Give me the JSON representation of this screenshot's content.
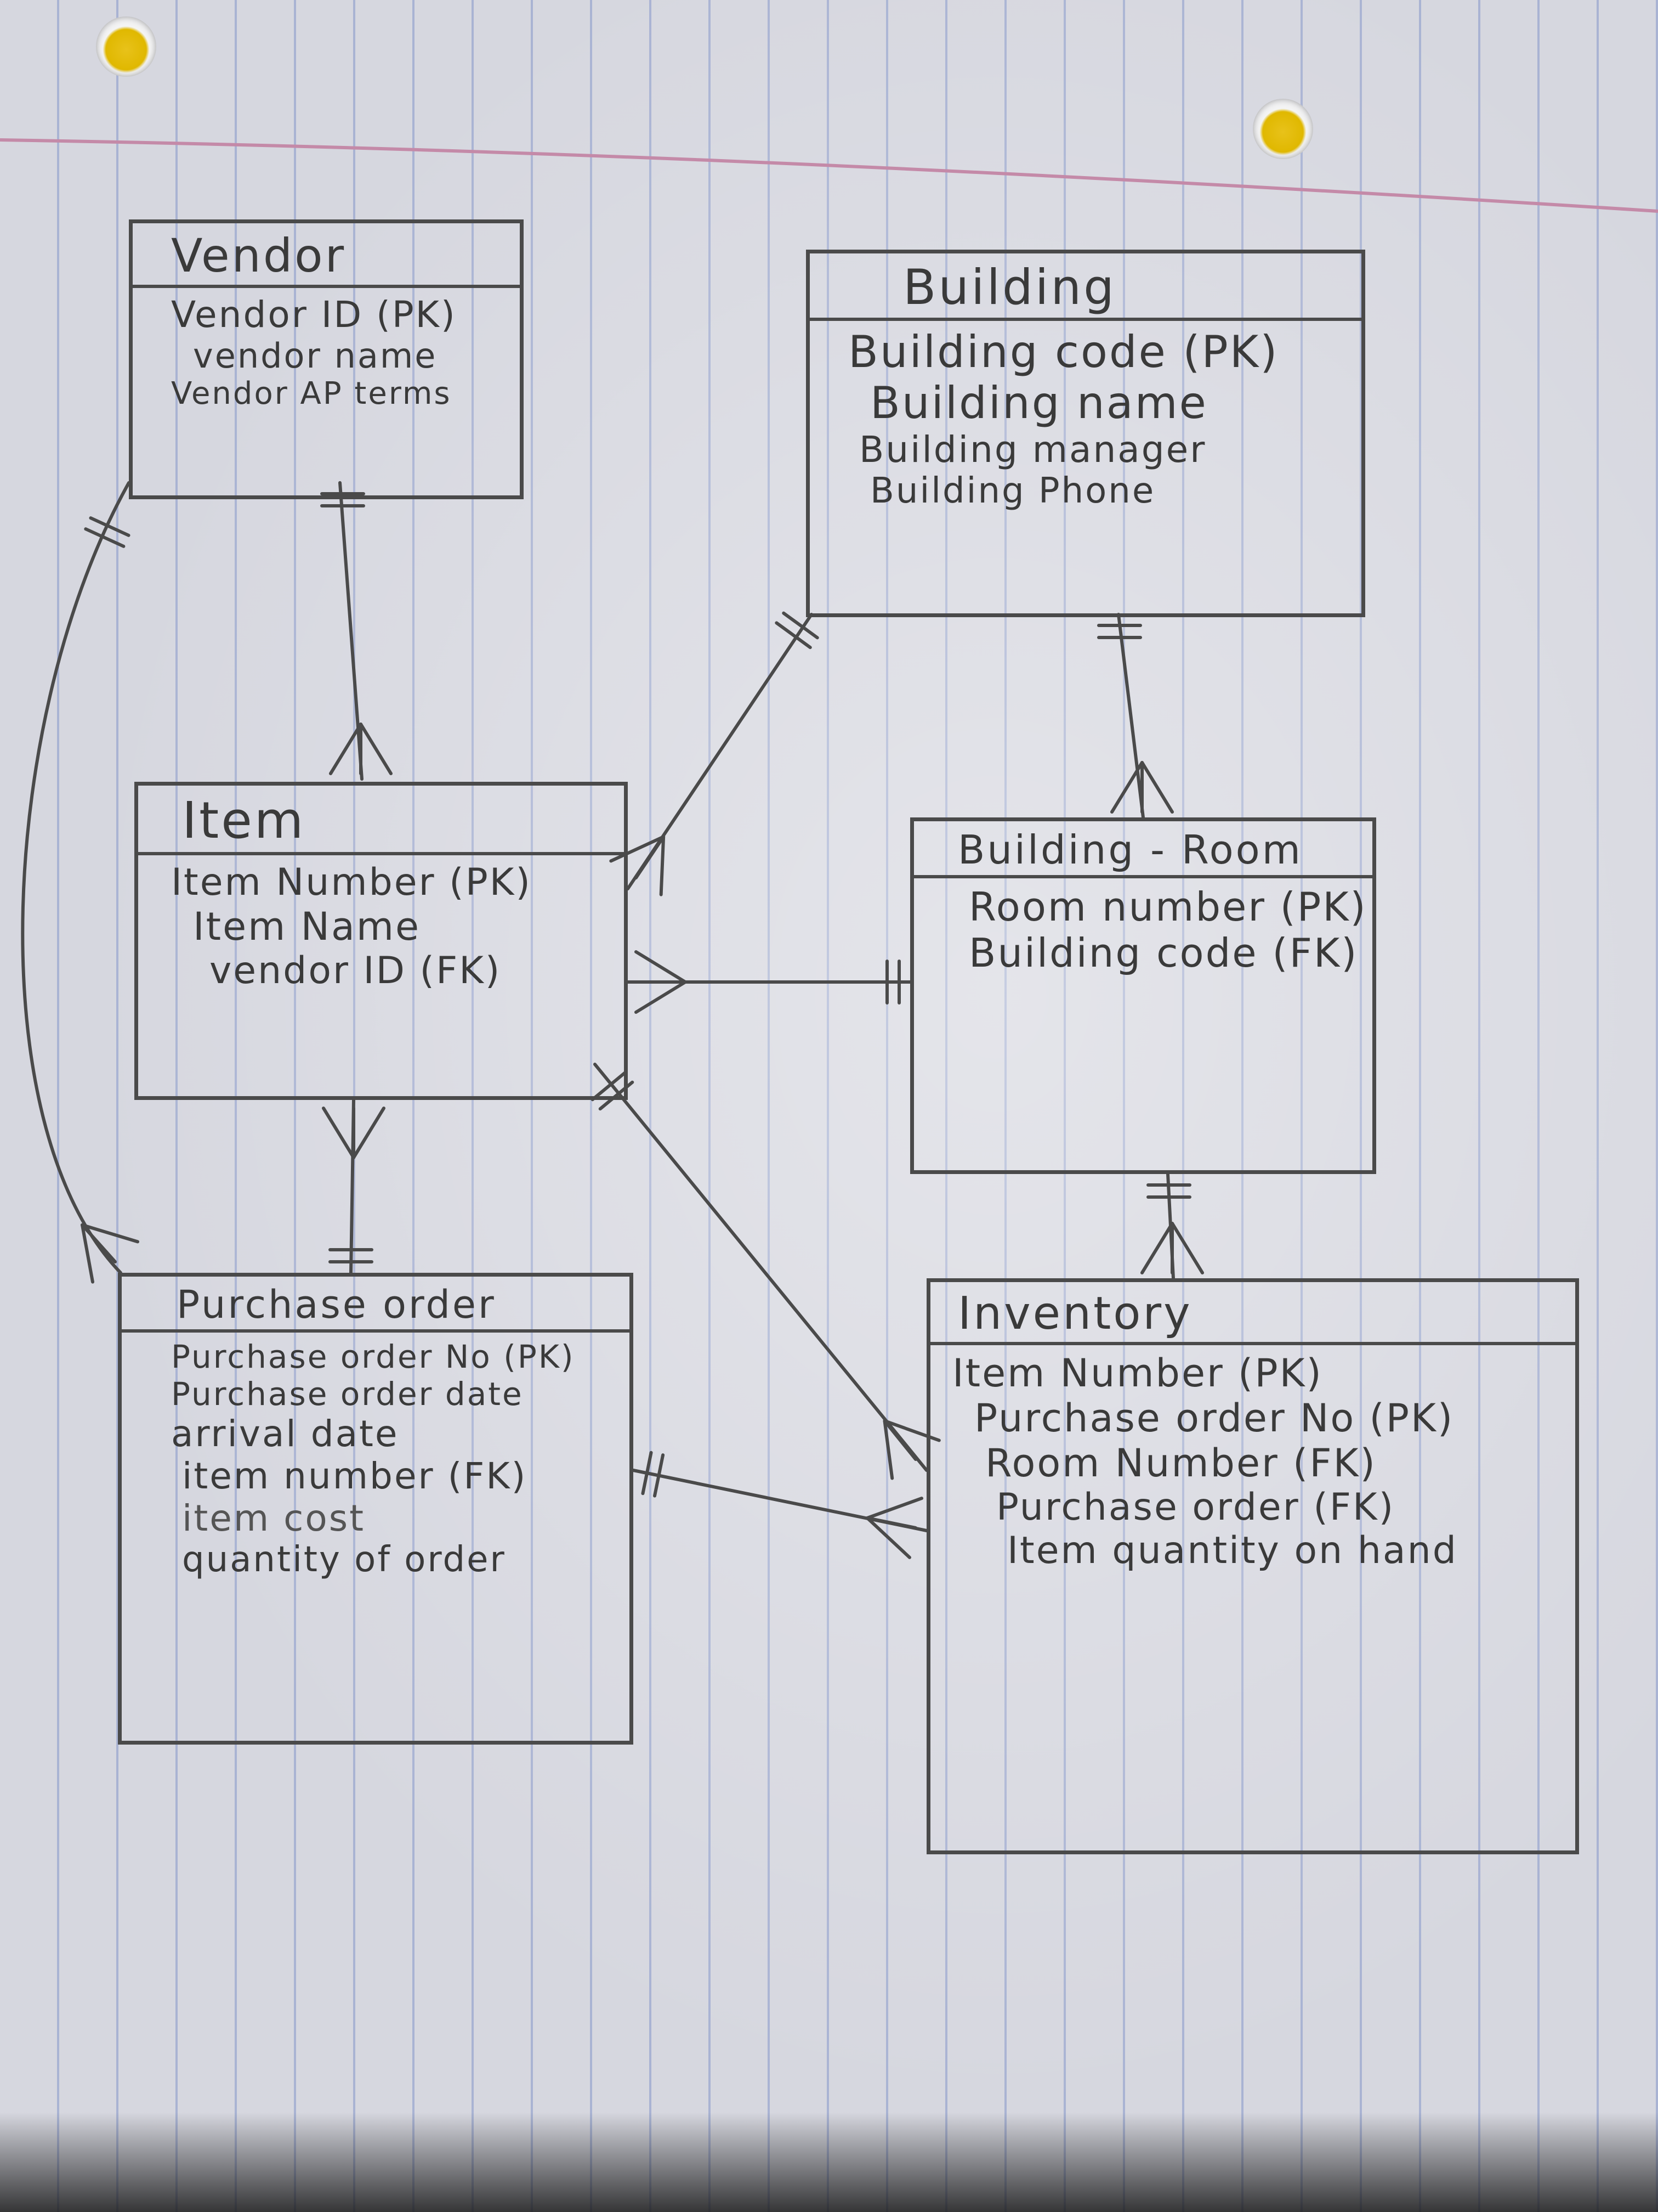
{
  "diagram_type": "ER diagram (hand-drawn)",
  "entities": [
    {
      "id": "vendor",
      "title": "Vendor",
      "attributes": [
        "Vendor ID (PK)",
        "vendor name",
        "Vendor AP terms"
      ]
    },
    {
      "id": "building",
      "title": "Building",
      "attributes": [
        "Building code (PK)",
        "Building name",
        "Building manager",
        "Building Phone"
      ]
    },
    {
      "id": "item",
      "title": "Item",
      "attributes": [
        "Item Number (PK)",
        "Item Name",
        "vendor ID (FK)"
      ]
    },
    {
      "id": "building_room",
      "title": "Building - Room",
      "attributes": [
        "Room number (PK)",
        "Building code (FK)"
      ]
    },
    {
      "id": "purchase_order",
      "title": "Purchase order",
      "attributes": [
        "Purchase order No (PK)",
        "Purchase order date",
        "arrival date",
        "item number (FK)",
        "item cost",
        "quantity of order"
      ]
    },
    {
      "id": "inventory",
      "title": "Inventory",
      "attributes": [
        "Item Number (PK)",
        "Purchase order No (PK)",
        "Room Number (FK)",
        "Purchase order (FK)",
        "Item quantity on hand"
      ]
    }
  ],
  "relationships": [
    {
      "from": "vendor",
      "to": "item",
      "from_card": "one",
      "to_card": "many"
    },
    {
      "from": "vendor",
      "to": "purchase_order",
      "from_card": "one",
      "to_card": "many"
    },
    {
      "from": "building",
      "to": "item",
      "from_card": "one",
      "to_card": "many"
    },
    {
      "from": "building",
      "to": "building_room",
      "from_card": "one",
      "to_card": "many"
    },
    {
      "from": "building_room",
      "to": "item",
      "from_card": "one",
      "to_card": "many"
    },
    {
      "from": "item",
      "to": "purchase_order",
      "from_card": "many",
      "to_card": "one"
    },
    {
      "from": "item",
      "to": "inventory",
      "from_card": "one",
      "to_card": "many"
    },
    {
      "from": "purchase_order",
      "to": "inventory",
      "from_card": "one",
      "to_card": "many"
    },
    {
      "from": "building_room",
      "to": "inventory",
      "from_card": "one",
      "to_card": "many"
    }
  ],
  "colors": {
    "paper": "#d6d7df",
    "rule_line": "#a9b3d3",
    "margin_line": "#c48aa8",
    "pencil": "#4a4a4a",
    "hole_tape": "#e0b800"
  }
}
